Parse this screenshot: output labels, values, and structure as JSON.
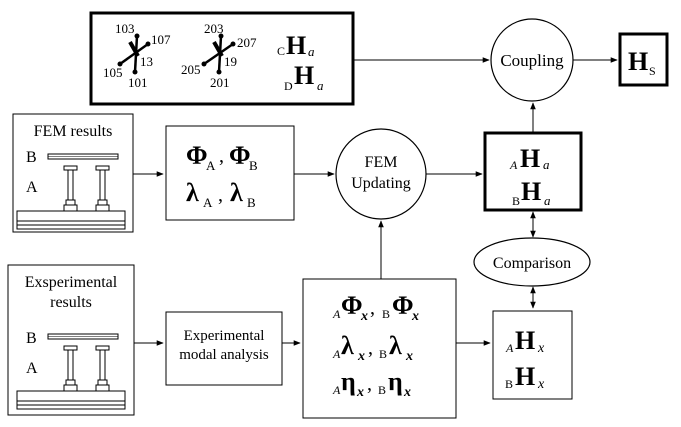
{
  "top_box": {
    "nodes_left": [
      "103",
      "107",
      "105",
      "13",
      "101"
    ],
    "nodes_right": [
      "203",
      "207",
      "205",
      "19",
      "201"
    ],
    "ch_prefix": "C",
    "dh_prefix": "D",
    "h_symbol": "H",
    "h_sub": "a"
  },
  "coupling": {
    "label": "Coupling"
  },
  "hs_box": {
    "h": "H",
    "sub": "S"
  },
  "fem_results": {
    "title": "FEM results",
    "label_b": "B",
    "label_a": "A"
  },
  "fem_modal": {
    "phi": "Φ",
    "lambda": "λ",
    "sub_a": "A",
    "sub_b": "B",
    "comma": ","
  },
  "fem_updating": {
    "line1": "FEM",
    "line2": "Updating"
  },
  "updated_h": {
    "pre_a": "A",
    "pre_b": "B",
    "h": "H",
    "sub": "a"
  },
  "comparison": {
    "label": "Comparison"
  },
  "exp_results": {
    "line1": "Exsperimental",
    "line2": "results",
    "label_b": "B",
    "label_a": "A"
  },
  "ema": {
    "line1": "Experimental",
    "line2": "modal analysis"
  },
  "exp_modal": {
    "phi": "Φ",
    "lambda": "λ",
    "eta": "η",
    "pre_a": "A",
    "pre_b": "B",
    "sub": "x",
    "comma": ","
  },
  "exp_h": {
    "pre_a": "A",
    "pre_b": "B",
    "h": "H",
    "sub": "x"
  }
}
